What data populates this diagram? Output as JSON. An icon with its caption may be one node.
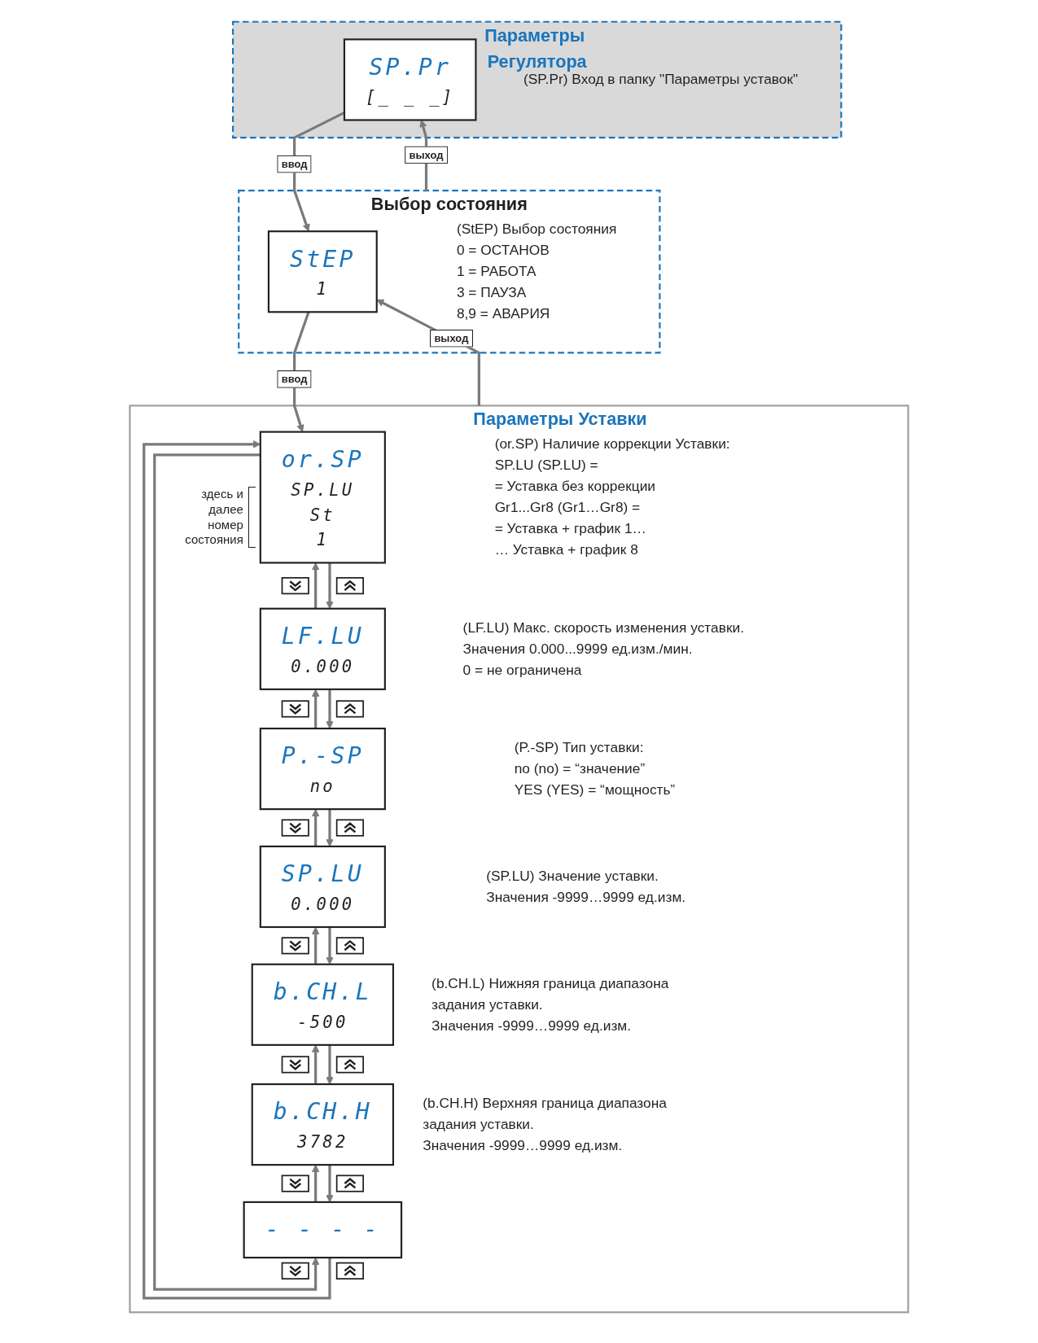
{
  "diagram": {
    "nodes": [
      {
        "text": [
          "Параметры Регулятора"
        ]
      },
      {
        "text": [
          "SP.Pr",
          "[_ _ _]"
        ],
        "in": 0,
        "beside": [
          "(SP.Pr) Вход в папку \"Параметры уставок\""
        ]
      },
      {
        "text": [
          "Выбор состояния"
        ]
      },
      {
        "text": [
          "StEP",
          "1"
        ],
        "in": 2,
        "beside": [
          "(StEP) Выбор состояния",
          "0 = ОСТАНОВ",
          "1 = РАБОТА",
          "3 = ПАУЗА",
          "8,9 = АВАРИЯ"
        ]
      },
      {
        "text": [
          "Параметры Уставки"
        ]
      },
      {
        "text": [
          "or.SP",
          "SP.LU",
          "St",
          "1"
        ],
        "in": 4,
        "beside": [
          "(or.SP) Наличие коррекции Уставки:",
          "SP.LU (SP.LU) =",
          "= Уставка без коррекции",
          "Gr1...Gr8 (Gr1…Gr8) =",
          "= Уставка + график 1…",
          "… Уставка + график 8"
        ]
      },
      {
        "text": [
          "LF.LU",
          "0.000"
        ],
        "in": 4,
        "beside": [
          "(LF.LU) Макс. скорость изменения уставки.",
          "Значения 0.000...9999 ед.изм./мин.",
          "0 = не ограничена"
        ]
      },
      {
        "text": [
          "P.-SP",
          "no"
        ],
        "in": 4,
        "beside": [
          "(P.-SP) Тип уставки:",
          "no (no) = “значение”",
          "YES (YES) = “мощность”"
        ]
      },
      {
        "text": [
          "SP.LU",
          "0.000"
        ],
        "in": 4,
        "beside": [
          "(SP.LU) Значение уставки.",
          "Значения -9999…9999 ед.изм."
        ]
      },
      {
        "text": [
          "b.CH.L",
          "-500"
        ],
        "in": 4,
        "beside": [
          "(b.CH.L) Нижняя граница диапазона задания уставки.",
          "Значения -9999…9999 ед.изм."
        ]
      },
      {
        "text": [
          "b.CH.H",
          "3782"
        ],
        "in": 4,
        "beside": [
          "(b.CH.H) Верхняя граница диапазона задания уставки.",
          "Значения -9999…9999 ед.изм."
        ]
      },
      {
        "text": [
          "- - - -"
        ],
        "in": 4
      }
    ],
    "edges": [
      {
        "from": 1,
        "to": 3,
        "arrow": "to",
        "label": "ввод"
      },
      {
        "from": 2,
        "to": 1,
        "arrow": "to",
        "label": "выход"
      },
      {
        "from": 3,
        "to": 5,
        "arrow": "to",
        "label": "ввод"
      },
      {
        "from": 4,
        "to": 3,
        "arrow": "to",
        "label": "выход"
      },
      {
        "from": 5,
        "to": 6,
        "arrow": "to"
      },
      {
        "from": 6,
        "to": 5,
        "arrow": "to"
      },
      {
        "from": 6,
        "to": 7,
        "arrow": "to"
      },
      {
        "from": 7,
        "to": 6,
        "arrow": "to"
      },
      {
        "from": 7,
        "to": 8,
        "arrow": "to"
      },
      {
        "from": 8,
        "to": 7,
        "arrow": "to"
      },
      {
        "from": 8,
        "to": 9,
        "arrow": "to"
      },
      {
        "from": 9,
        "to": 8,
        "arrow": "to"
      },
      {
        "from": 9,
        "to": 10,
        "arrow": "to"
      },
      {
        "from": 10,
        "to": 9,
        "arrow": "to"
      },
      {
        "from": 10,
        "to": 11,
        "arrow": "to"
      },
      {
        "from": 11,
        "to": 10,
        "arrow": "to"
      },
      {
        "from": 11,
        "to": 5,
        "arrow": "to"
      },
      {
        "from": 5,
        "to": 11,
        "arrow": "to"
      }
    ],
    "labels": [
      "здесь и далее номер состояния"
    ]
  }
}
